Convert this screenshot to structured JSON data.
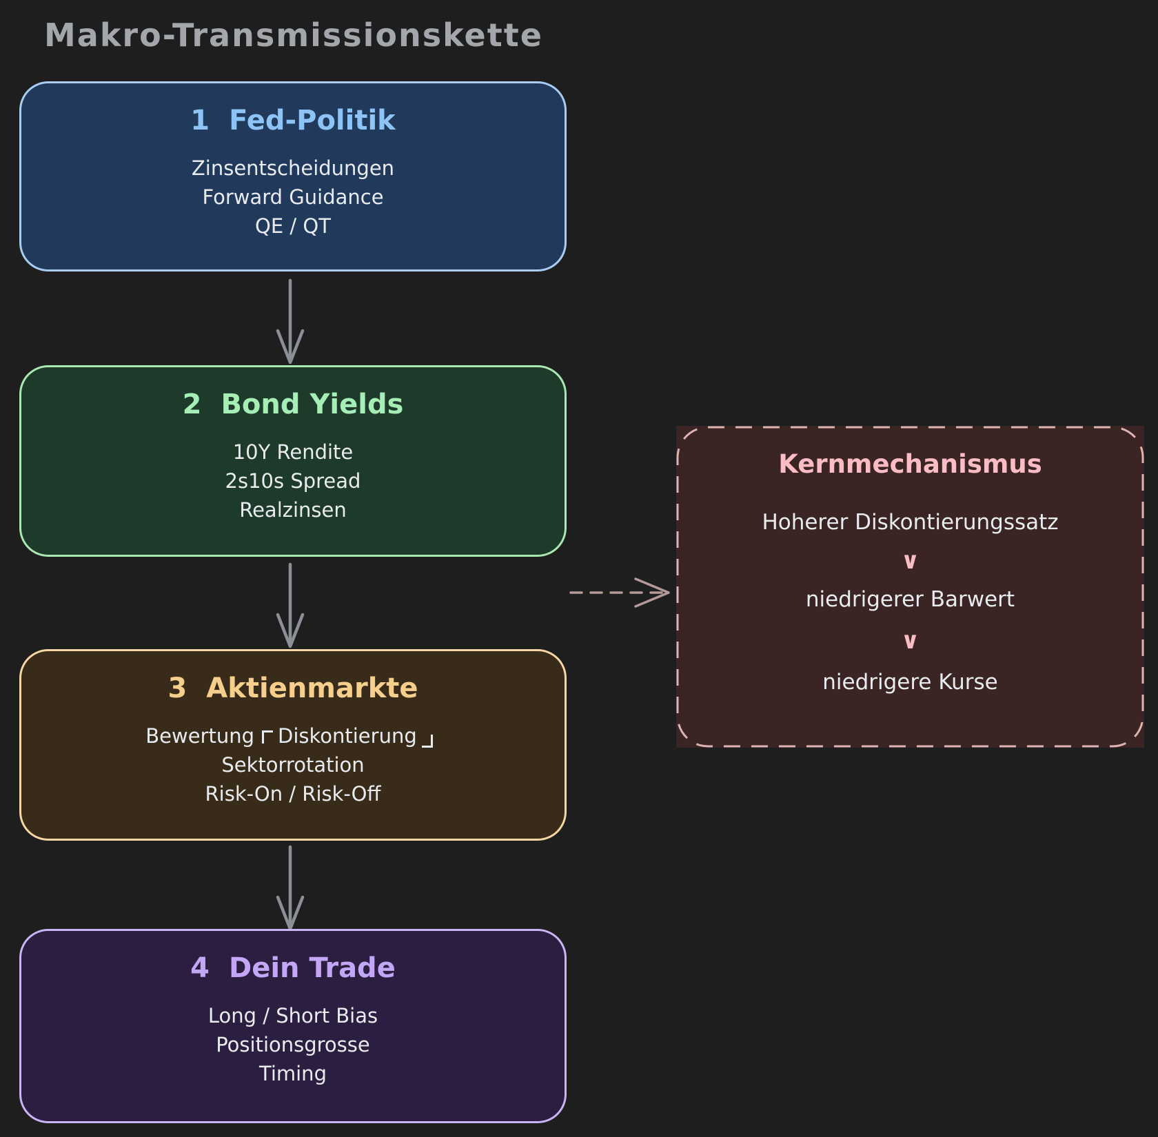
{
  "title": "Makro-Transmissionskette",
  "colors": {
    "background": "#1e1e1e",
    "page_title": "#a3a7ab",
    "body_text": "#e9ecef",
    "flow_arrow": "#8a9096",
    "dashed_arrow": "#b59a9a"
  },
  "flow": {
    "steps": [
      {
        "number": "1",
        "label": "Fed-Politik",
        "items": [
          "Zinsentscheidungen",
          "Forward Guidance",
          "QE / QT"
        ],
        "colors": {
          "fill": "#213a5c",
          "border": "#a8cdf0",
          "accent": "#8ec4f5"
        }
      },
      {
        "number": "2",
        "label": "Bond Yields",
        "items": [
          "10Y Rendite",
          "2s10s Spread",
          "Realzinsen"
        ],
        "colors": {
          "fill": "#1d3a2a",
          "border": "#aae8b2",
          "accent": "#a5eeb5"
        }
      },
      {
        "number": "3",
        "label": "Aktienmarkte",
        "items": [
          "Bewertung 「Diskontierung」",
          "Sektorrotation",
          "Risk-On / Risk-Off"
        ],
        "item_parts": {
          "prefix": "Bewertung",
          "term": "Diskontierung"
        },
        "colors": {
          "fill": "#392b1a",
          "border": "#f5d6a4",
          "accent": "#f6cf8d"
        }
      },
      {
        "number": "4",
        "label": "Dein Trade",
        "items": [
          "Long / Short Bias",
          "Positionsgrosse",
          "Timing"
        ],
        "colors": {
          "fill": "#2c1e40",
          "border": "#c9b4f4",
          "accent": "#c3a7f6"
        }
      }
    ]
  },
  "side_panel": {
    "title": "Kernmechanismus",
    "steps": [
      "Hoherer Diskontierungssatz",
      "niedrigerer Barwert",
      "niedrigere Kurse"
    ],
    "separator": "∨",
    "colors": {
      "fill": "#3a2424",
      "border": "#dfb3b3",
      "accent": "#fbbcc4"
    }
  }
}
